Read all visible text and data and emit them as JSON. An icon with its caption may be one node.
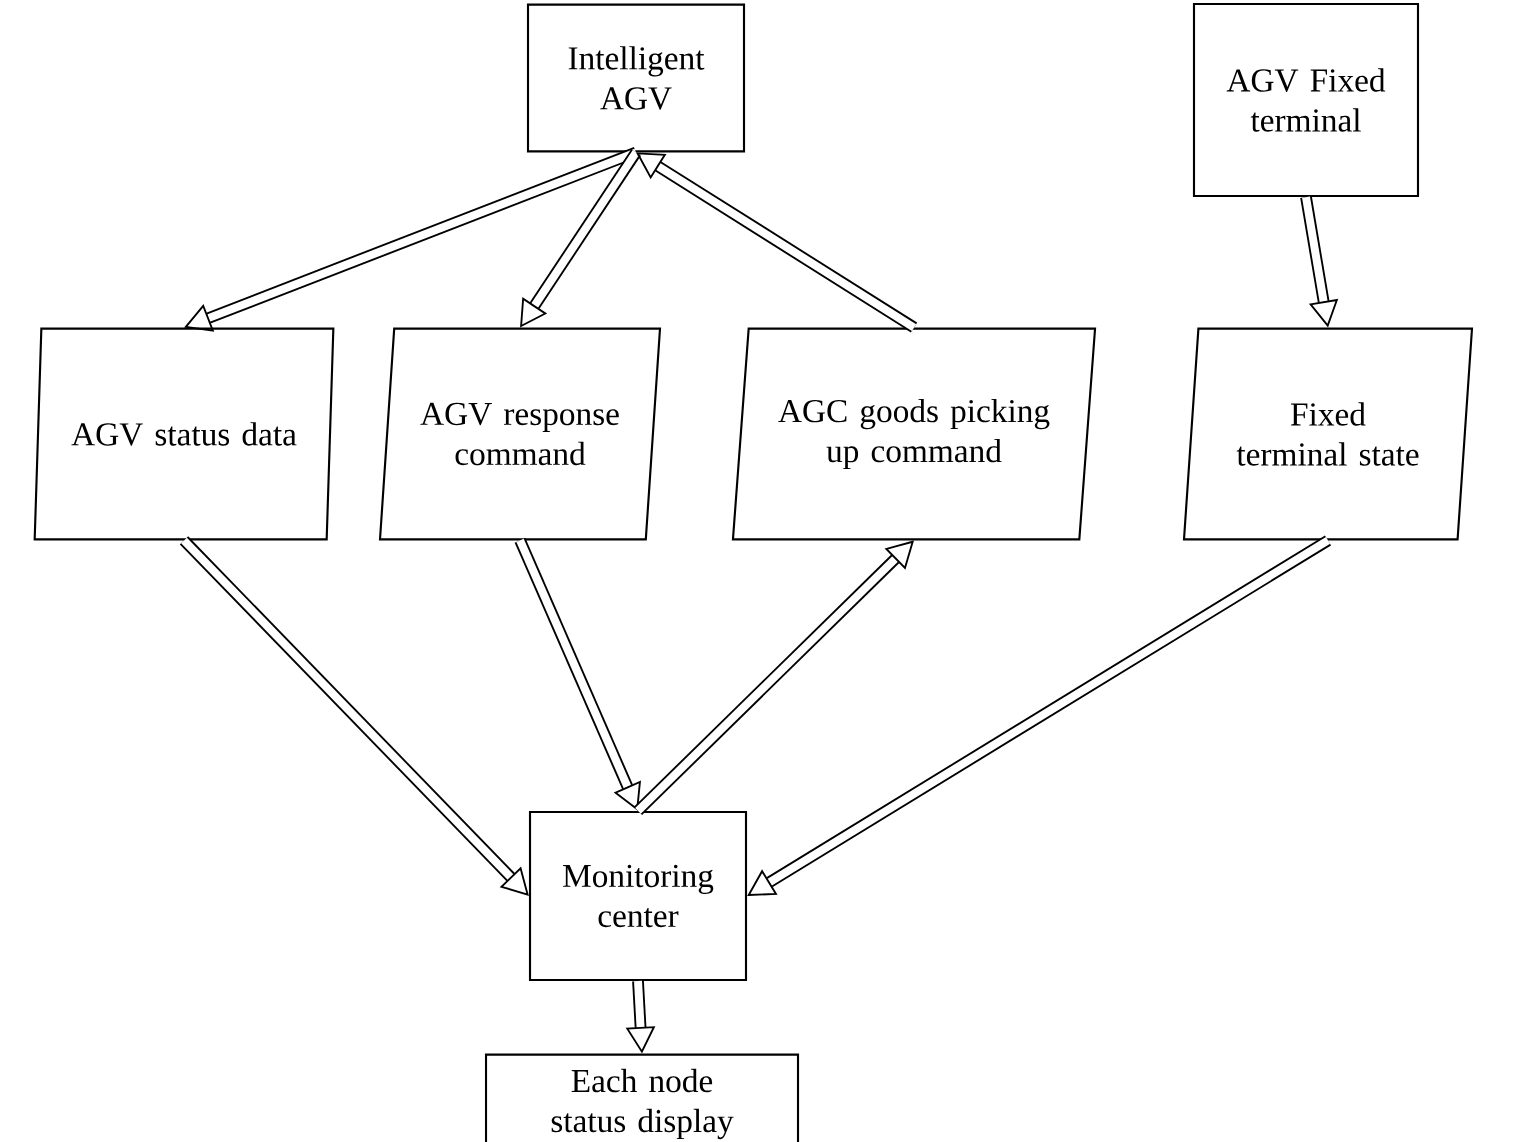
{
  "diagram": {
    "nodes": [
      {
        "text": [
          "Intelligent AGV"
        ]
      },
      {
        "text": [
          "AGV Fixed terminal"
        ]
      },
      {
        "text": [
          "AGV status data"
        ]
      },
      {
        "text": [
          "AGV response command"
        ]
      },
      {
        "text": [
          "AGC goods picking up command"
        ]
      },
      {
        "text": [
          "Fixed terminal state"
        ]
      },
      {
        "text": [
          "Monitoring center"
        ]
      },
      {
        "text": [
          "Each node status display"
        ]
      }
    ],
    "edges": [
      {
        "from": 0,
        "to": 2,
        "arrow": "to"
      },
      {
        "from": 0,
        "to": 3,
        "arrow": "to"
      },
      {
        "from": 4,
        "to": 0,
        "arrow": "to"
      },
      {
        "from": 1,
        "to": 5,
        "arrow": "to"
      },
      {
        "from": 2,
        "to": 6,
        "arrow": "to"
      },
      {
        "from": 3,
        "to": 6,
        "arrow": "to"
      },
      {
        "from": 6,
        "to": 4,
        "arrow": "to"
      },
      {
        "from": 5,
        "to": 6,
        "arrow": "to"
      },
      {
        "from": 6,
        "to": 7,
        "arrow": "to"
      }
    ]
  }
}
